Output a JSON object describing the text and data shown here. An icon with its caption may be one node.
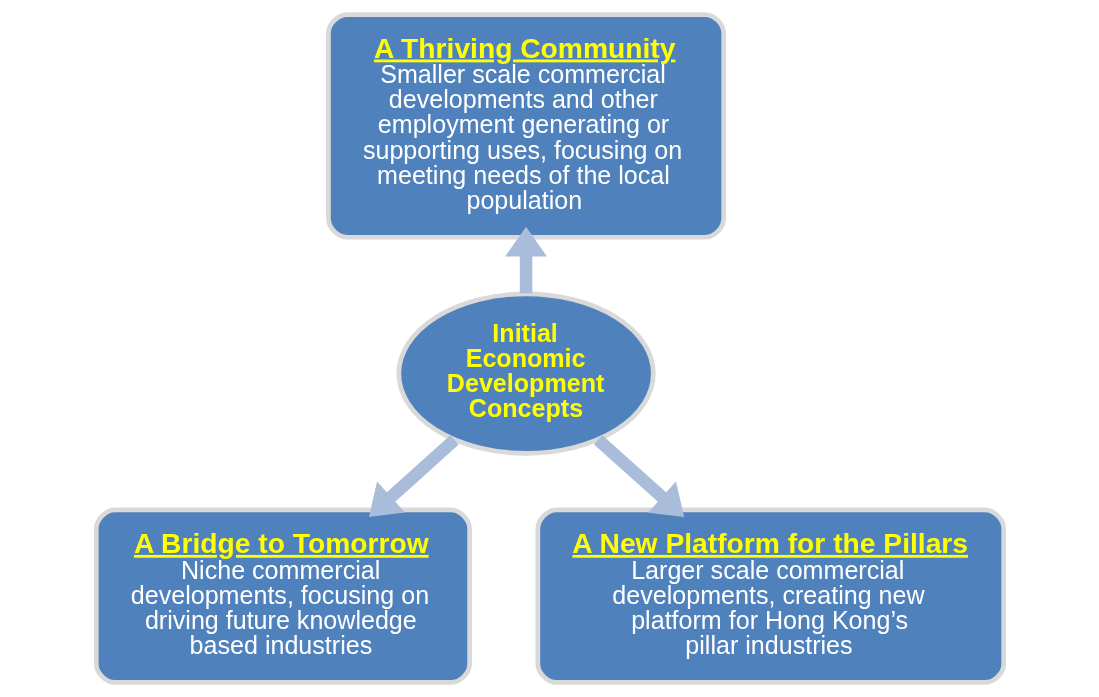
{
  "diagram": {
    "nodes": [
      {
        "text": [
          "A Thriving Community",
          "Smaller scale commercial developments and other employment generating or supporting uses, focusing on meeting needs of the local population"
        ]
      },
      {
        "text": [
          "Initial Economic Development Concepts"
        ]
      },
      {
        "text": [
          "A Bridge to Tomorrow",
          "Niche commercial developments, focusing on driving future knowledge based industries"
        ]
      },
      {
        "text": [
          "A New Platform for the Pillars",
          "Larger scale commercial developments, creating new platform for Hong Kong’s pillar industries"
        ]
      }
    ],
    "edges": [
      {
        "from": 1,
        "to": 0,
        "arrow": "to"
      },
      {
        "from": 1,
        "to": 2,
        "arrow": "to"
      },
      {
        "from": 1,
        "to": 3,
        "arrow": "to"
      }
    ]
  }
}
